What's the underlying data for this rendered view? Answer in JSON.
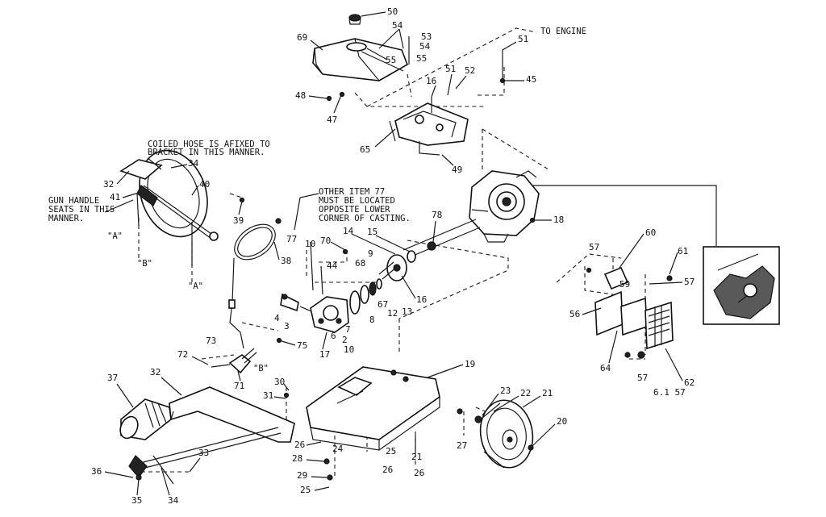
{
  "notes": {
    "to_engine": "TO ENGINE",
    "coiled_hose_1": "COILED HOSE IS AFIXED TO",
    "coiled_hose_2": "BRACKET IN THIS MANNER.",
    "gun_handle_1": "GUN HANDLE",
    "gun_handle_2": "SEATS IN THIS",
    "gun_handle_3": "MANNER.",
    "item77_1": "OTHER ITEM 77",
    "item77_2": "MUST BE LOCATED",
    "item77_3": "OPPOSITE LOWER",
    "item77_4": "CORNER OF CASTING.",
    "mark_a1": "\"A\"",
    "mark_b1": "\"B\"",
    "mark_a2": "\"A\"",
    "mark_b2": "\"B\""
  },
  "labels": {
    "p50": "50",
    "p54a": "54",
    "p53": "53",
    "p54b": "54",
    "p55a": "55",
    "p55b": "55",
    "p69": "69",
    "p48": "48",
    "p47": "47",
    "p16": "16",
    "p51a": "51",
    "p52": "52",
    "p51b": "51",
    "p45": "45",
    "p65": "65",
    "p49": "49",
    "p32a": "32",
    "p34a": "34",
    "p41": "41",
    "p40": "40",
    "p39": "39",
    "p38": "38",
    "p77": "77",
    "p10a": "10",
    "p70": "70",
    "p44": "44",
    "p14": "14",
    "p15": "15",
    "p78": "78",
    "p18": "18",
    "p68": "68",
    "p9": "9",
    "p67": "67",
    "p8": "8",
    "p12": "12",
    "p13": "13",
    "p16b": "16",
    "p4": "4",
    "p3": "3",
    "p6": "6",
    "p7": "7",
    "p2": "2",
    "p10b": "10",
    "p17": "17",
    "p75": "75",
    "p73": "73",
    "p72": "72",
    "p71": "71",
    "p57a": "57",
    "p60": "60",
    "p61": "61",
    "p59": "59",
    "p57b": "57",
    "p56": "56",
    "p64": "64",
    "p57c": "57",
    "p61_57": "6.1 57",
    "p62": "62",
    "p19": "19",
    "p30": "30",
    "p31": "31",
    "p37": "37",
    "p32b": "32",
    "p23": "23",
    "p22": "22",
    "p21a": "21",
    "p20": "20",
    "p27": "27",
    "p26a": "26",
    "p28": "28",
    "p24": "24",
    "p25a": "25",
    "p29": "29",
    "p25b": "25",
    "p26b": "26",
    "p26c": "26",
    "p21b": "21",
    "p33": "33",
    "p36": "36",
    "p35": "35",
    "p34b": "34"
  },
  "icons": {
    "fuel_tank": "fuel-tank-icon",
    "hose_reel": "hose-reel-icon",
    "pump": "pump-icon",
    "engine_casting": "engine-casting-icon",
    "wheel": "wheel-icon",
    "handle_grip": "handle-grip-icon",
    "filter_bracket": "filter-bracket-icon"
  }
}
